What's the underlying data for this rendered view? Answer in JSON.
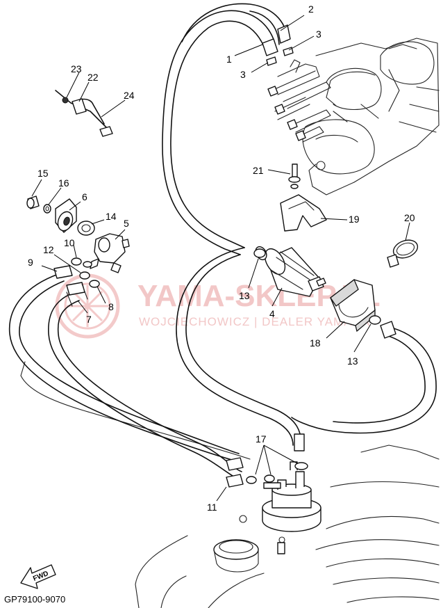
{
  "diagram_code": "GP79100-9070",
  "fwd_label": "FWD",
  "watermark": {
    "brand": "YAMA-SKLEP.PL",
    "subtitle": "WOJCIECHOWICZ | DEALER YAMAHA"
  },
  "callouts": {
    "c1": "1",
    "c2": "2",
    "c3a": "3",
    "c3b": "3",
    "c4": "4",
    "c5": "5",
    "c6": "6",
    "c7": "7",
    "c8": "8",
    "c9": "9",
    "c10": "10",
    "c11": "11",
    "c12": "12",
    "c13a": "13",
    "c13b": "13",
    "c14": "14",
    "c15": "15",
    "c16": "16",
    "c17": "17",
    "c18": "18",
    "c19": "19",
    "c20": "20",
    "c21": "21",
    "c22": "22",
    "c23": "23",
    "c24": "24"
  }
}
